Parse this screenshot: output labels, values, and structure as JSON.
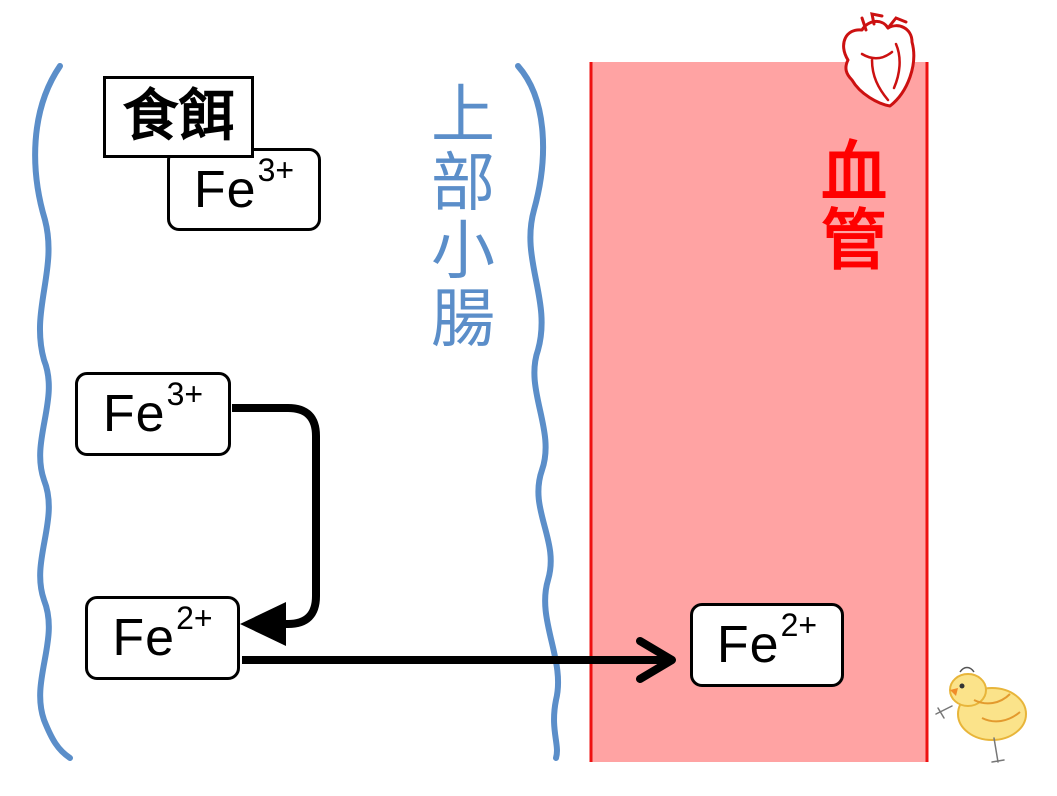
{
  "diagram": {
    "food_label": "食餌",
    "intestine_label": [
      "上",
      "部",
      "小",
      "腸"
    ],
    "vessel_label": [
      "血",
      "管"
    ],
    "boxes": {
      "food_iron": {
        "symbol": "Fe",
        "charge": "3+"
      },
      "intestine_iron3": {
        "symbol": "Fe",
        "charge": "3+"
      },
      "intestine_iron2": {
        "symbol": "Fe",
        "charge": "2+"
      },
      "blood_iron2": {
        "symbol": "Fe",
        "charge": "2+"
      }
    },
    "colors": {
      "intestine_wall": "#5b8ec9",
      "vessel_fill": "#ffa3a3",
      "vessel_border": "#ee1111",
      "arrow": "#000000"
    },
    "icons": [
      "heart-icon",
      "chick-icon"
    ]
  }
}
